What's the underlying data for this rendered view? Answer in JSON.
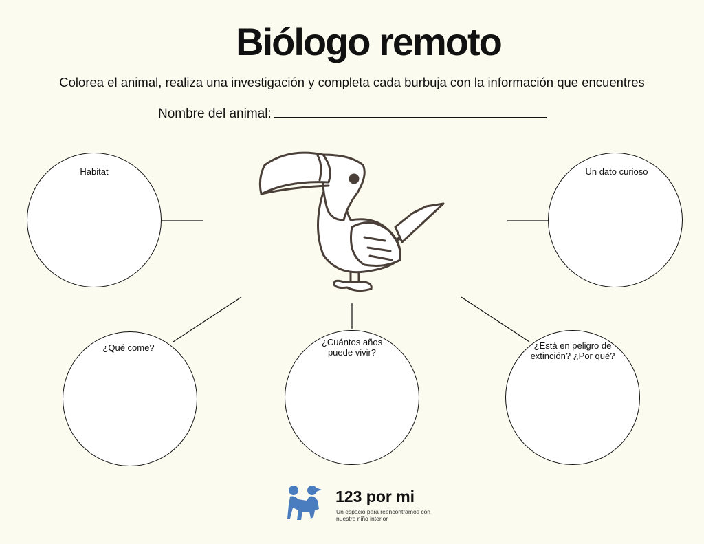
{
  "title": "Biólogo remoto",
  "subtitle": "Colorea el animal, realiza una investigación y completa cada burbuja con la información que encuentres",
  "name_label": "Nombre del animal:",
  "bubbles": {
    "habitat": "Habitat",
    "fun_fact": "Un dato curioso",
    "diet": "¿Qué come?",
    "lifespan_1": "¿Cuántos años",
    "lifespan_2": "puede vivir?",
    "endangered_1": "¿Está en peligro de",
    "endangered_2": "extinción? ¿Por qué?"
  },
  "logo": {
    "brand": "123 por mi",
    "tagline": "Un espacio para reencontramos con nuestro niño interior",
    "color": "#4a7cc0"
  },
  "colors": {
    "background": "#fbfbef",
    "outline": "#4a4039"
  }
}
